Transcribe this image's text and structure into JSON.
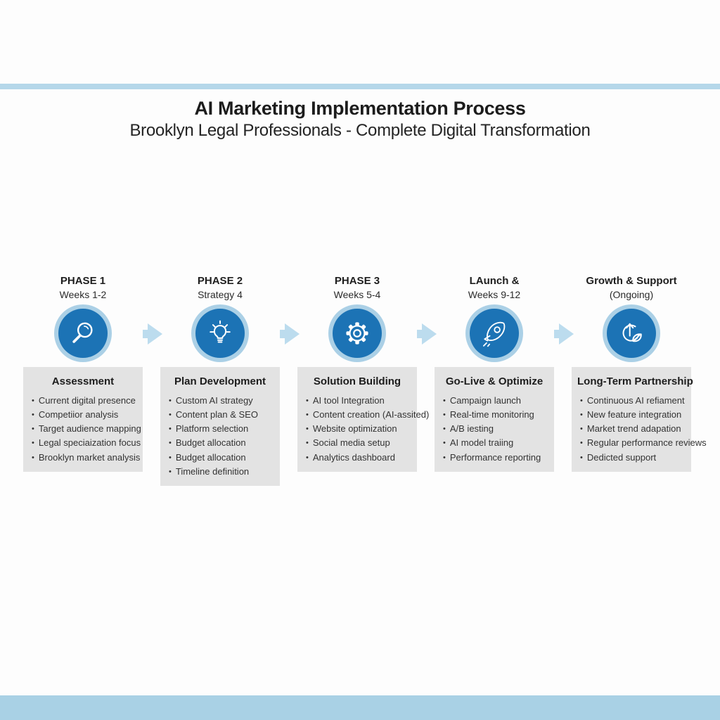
{
  "page": {
    "title": "AI Marketing Implementation Process",
    "subtitle": "Brooklyn Legal Professionals - Complete Digital Transformation"
  },
  "colors": {
    "icon_circle_blue": "#1c73b5",
    "icon_ring_blue": "#abd0e6",
    "arrow_blue": "#bcdcee",
    "top_bar_blue": "#b5d7ea",
    "bottom_bar_blue": "#a9d1e5",
    "box_gray": "#e3e3e3",
    "icon_glyph": "#ffffff"
  },
  "phases": [
    {
      "header": "PHASE 1",
      "subheader": "Weeks 1-2",
      "icon": "magnifier-icon",
      "box_title": "Assessment",
      "items": [
        "Current digital presence",
        "Competiior analysis",
        "Target audience mapping",
        "Legal speciaization focus",
        "Brooklyn market analysis"
      ]
    },
    {
      "header": "PHASE 2",
      "subheader": "Strategy 4",
      "icon": "lightbulb-icon",
      "box_title": "Plan Development",
      "items": [
        "Custom AI strategy",
        "Content plan & SEO",
        "Platform selection",
        "Budget allocation",
        "Budget allocation",
        "Timeline definition"
      ]
    },
    {
      "header": "PHASE 3",
      "subheader": "Weeks 5-4",
      "icon": "gear-icon",
      "box_title": "Solution Building",
      "items": [
        "AI tool Integration",
        "Content creation (AI-assited)",
        "Website optimization",
        "Social media setup",
        "Analytics dashboard"
      ]
    },
    {
      "header": "LAunch &",
      "subheader": "Weeks 9-12",
      "icon": "rocket-icon",
      "box_title": "Go-Live & Optimize",
      "items": [
        "Campaign launch",
        "Real-time monitoring",
        "A/B iesting",
        "AI model traiing",
        "Performance reporting"
      ]
    },
    {
      "header": "Growth & Support",
      "subheader": "(Ongoing)",
      "icon": "growth-icon",
      "box_title": "Long-Term Partnership",
      "items": [
        "Continuous AI refiament",
        "New feature integration",
        "Market trend adapation",
        "Regular performance reviews",
        "Dedicted support"
      ]
    }
  ]
}
